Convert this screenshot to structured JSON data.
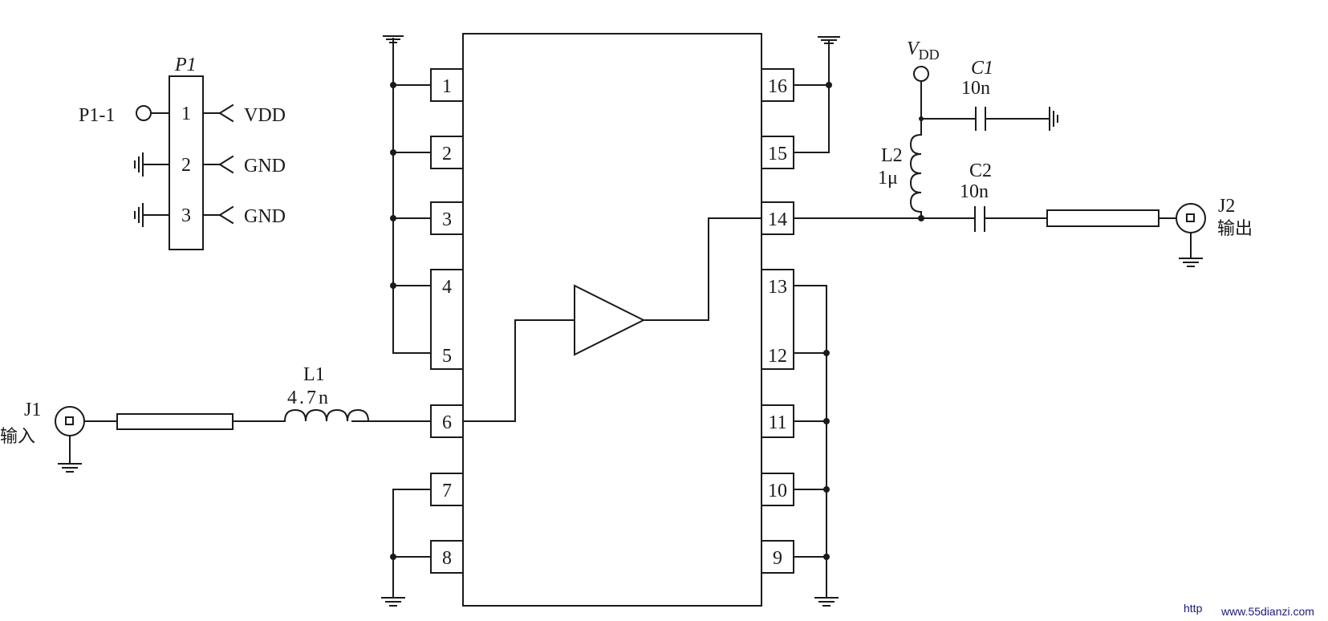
{
  "connector_p1": {
    "ref": "P1",
    "pin_out_label": "P1-1",
    "pins": [
      {
        "number": "1",
        "signal": "VDD"
      },
      {
        "number": "2",
        "signal": "GND"
      },
      {
        "number": "3",
        "signal": "GND"
      }
    ]
  },
  "ic": {
    "left_pins": [
      "1",
      "2",
      "3",
      "4",
      "5",
      "6",
      "7",
      "8"
    ],
    "right_pins": [
      "16",
      "15",
      "14",
      "13",
      "12",
      "11",
      "10",
      "9"
    ]
  },
  "components": {
    "L1": {
      "ref": "L1",
      "value": "4.7n"
    },
    "L2": {
      "ref": "L2",
      "value": "1μ"
    },
    "C1": {
      "ref": "C1",
      "value": "10n"
    },
    "C2": {
      "ref": "C2",
      "value": "10n"
    },
    "vdd": {
      "label": "V",
      "subscript": "DD"
    }
  },
  "ports": {
    "J1": {
      "ref": "J1",
      "name": "输入"
    },
    "J2": {
      "ref": "J2",
      "name": "输出"
    }
  },
  "watermark": {
    "prefix": "http",
    "site": "www.55dianzi.com"
  }
}
